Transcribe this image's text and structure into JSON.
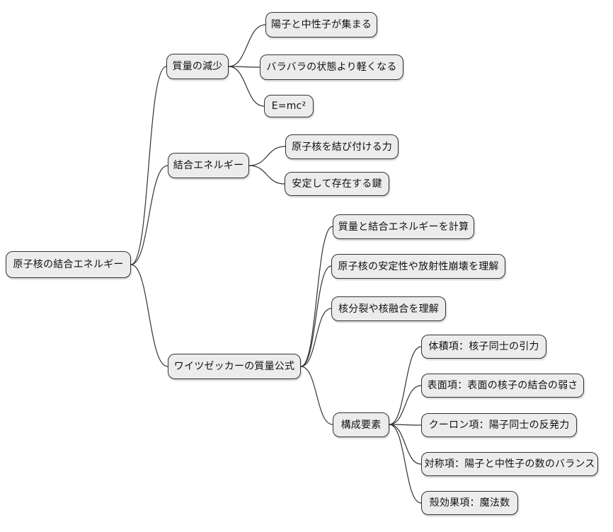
{
  "mindmap": {
    "root": {
      "label": "原子核の結合エネルギー",
      "children": [
        {
          "label": "質量の減少",
          "children": [
            {
              "label": "陽子と中性子が集まる"
            },
            {
              "label": "バラバラの状態より軽くなる"
            },
            {
              "label": "E=mc²"
            }
          ]
        },
        {
          "label": "結合エネルギー",
          "children": [
            {
              "label": "原子核を結び付ける力"
            },
            {
              "label": "安定して存在する鍵"
            }
          ]
        },
        {
          "label": "ワイツゼッカーの質量公式",
          "children": [
            {
              "label": "質量と結合エネルギーを計算"
            },
            {
              "label": "原子核の安定性や放射性崩壊を理解"
            },
            {
              "label": "核分裂や核融合を理解"
            },
            {
              "label": "構成要素",
              "children": [
                {
                  "label": "体積項：核子同士の引力"
                },
                {
                  "label": "表面項：表面の核子の結合の弱さ"
                },
                {
                  "label": "クーロン項：陽子同士の反発力"
                },
                {
                  "label": "対称項：陽子と中性子の数のバランス"
                },
                {
                  "label": "殻効果項：魔法数"
                }
              ]
            }
          ]
        }
      ]
    },
    "colors": {
      "node_fill": "#ececec",
      "node_border": "#333333",
      "line": "#333333",
      "background": "#ffffff"
    }
  }
}
